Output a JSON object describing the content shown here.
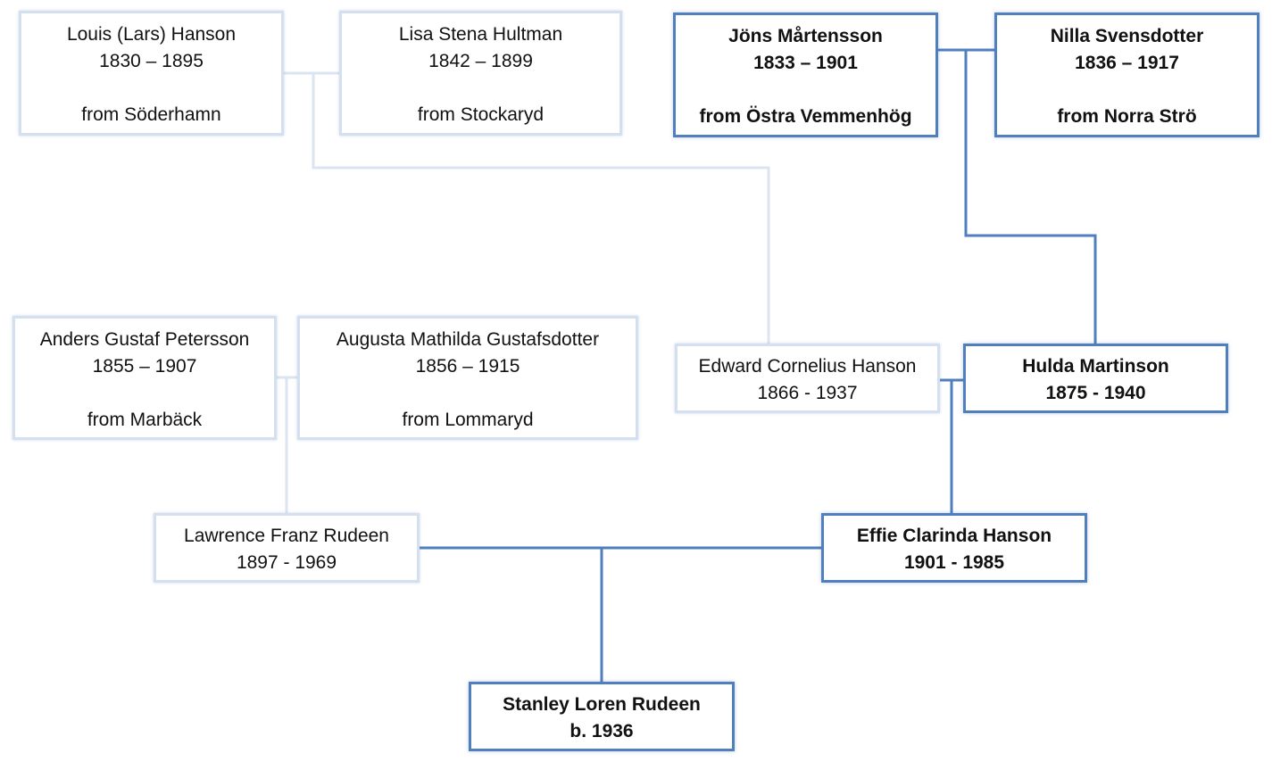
{
  "colors": {
    "light_border": "#d4e0f0",
    "dark_border": "#4f7fbd",
    "light_line": "#dbe5f2",
    "dark_line": "#4f7fbd",
    "text": "#111111"
  },
  "people": {
    "louis": {
      "name": "Louis (Lars) Hanson",
      "years": "1830 – 1895",
      "origin": "from  Söderhamn"
    },
    "lisa": {
      "name": "Lisa Stena Hultman",
      "years": "1842 – 1899",
      "origin": "from Stockaryd"
    },
    "jons": {
      "name": "Jöns Mårtensson",
      "years": "1833 – 1901",
      "origin": "from Östra Vemmenhög"
    },
    "nilla": {
      "name": "Nilla Svensdotter",
      "years": "1836 – 1917",
      "origin": "from Norra Strö"
    },
    "anders": {
      "name": "Anders Gustaf Petersson",
      "years": "1855 – 1907",
      "origin": "from Marbäck"
    },
    "augusta": {
      "name": "Augusta Mathilda Gustafsdotter",
      "years": "1856 – 1915",
      "origin": "from Lommaryd"
    },
    "edward": {
      "name": "Edward Cornelius Hanson",
      "years": "1866 - 1937"
    },
    "hulda": {
      "name": "Hulda Martinson",
      "years": "1875 - 1940"
    },
    "lawrence": {
      "name": "Lawrence Franz Rudeen",
      "years": "1897 - 1969"
    },
    "effie": {
      "name": "Effie Clarinda  Hanson",
      "years": "1901 - 1985"
    },
    "stanley": {
      "name": "Stanley Loren Rudeen",
      "years": "b. 1936"
    }
  }
}
